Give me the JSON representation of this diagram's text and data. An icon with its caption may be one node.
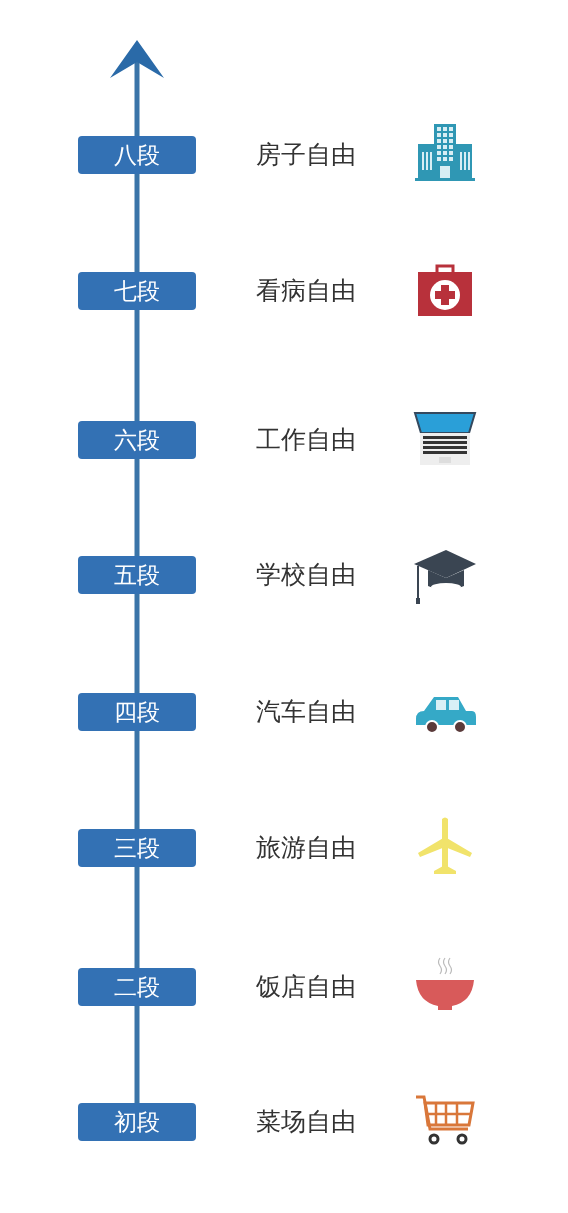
{
  "diagram": {
    "nodes": [
      {
        "text": [
          "八段"
        ],
        "beside": [
          "房子自由"
        ]
      },
      {
        "text": [
          "七段"
        ],
        "beside": [
          "看病自由"
        ]
      },
      {
        "text": [
          "六段"
        ],
        "beside": [
          "工作自由"
        ]
      },
      {
        "text": [
          "五段"
        ],
        "beside": [
          "学校自由"
        ]
      },
      {
        "text": [
          "四段"
        ],
        "beside": [
          "汽车自由"
        ]
      },
      {
        "text": [
          "三段"
        ],
        "beside": [
          "旅游自由"
        ]
      },
      {
        "text": [
          "二段"
        ],
        "beside": [
          "饭店自由"
        ]
      },
      {
        "text": [
          "初段"
        ],
        "beside": [
          "菜场自由"
        ]
      }
    ]
  }
}
